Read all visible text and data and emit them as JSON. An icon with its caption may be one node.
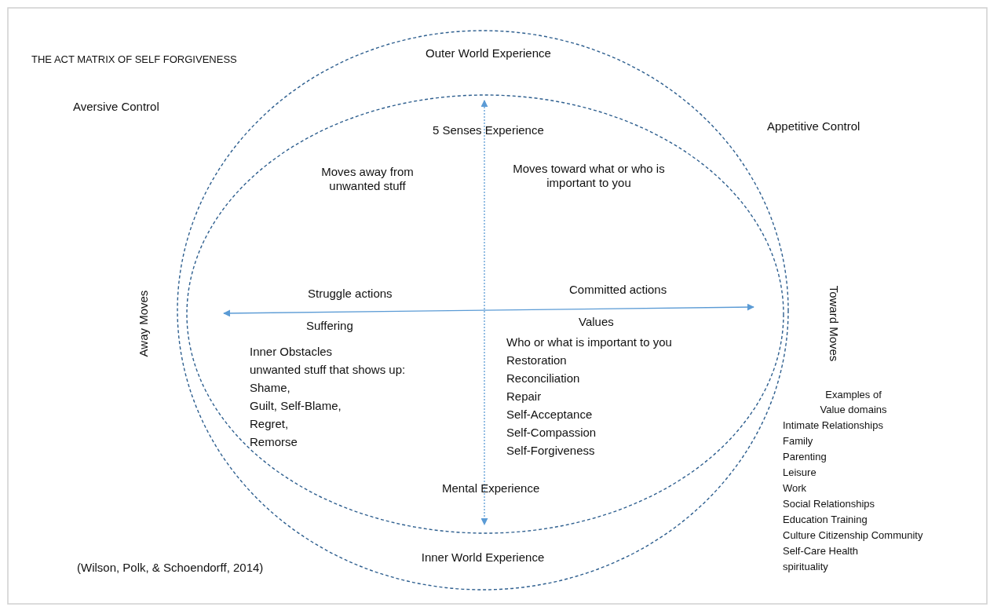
{
  "diagram": {
    "title": "THE ACT MATRIX OF SELF FORGIVENESS",
    "caption": "(Wilson, Polk, & Schoendorff, 2014)",
    "nodes": [
      {
        "text": [
          "Outer World Experience",
          "Inner World Experience"
        ]
      },
      {
        "text": [
          "5 Senses Experience",
          "Moves away from unwanted stuff",
          "Moves toward what or who is important to you",
          "Struggle actions",
          "Committed actions",
          "Suffering",
          "Values",
          "Inner Obstacles",
          "unwanted stuff that shows up:",
          "Shame,",
          "Guilt, Self-Blame,",
          "Regret,",
          "Remorse",
          "Who or what is important to you",
          "Restoration",
          "Reconciliation",
          "Repair",
          "Self-Acceptance",
          "Self-Compassion",
          "Self-Forgiveness",
          "Mental Experience"
        ],
        "in": 0
      }
    ],
    "edges": [],
    "labels": [
      "Aversive Control",
      "Appetitive Control",
      "Away Moves",
      "Toward Moves",
      "Examples of",
      "Value domains",
      "Intimate Relationships",
      "Family",
      "Parenting",
      "Leisure",
      "Work",
      "Social Relationships",
      "Education Training",
      "Culture Citizenship Community",
      "Self-Care Health",
      "spirituality"
    ]
  }
}
